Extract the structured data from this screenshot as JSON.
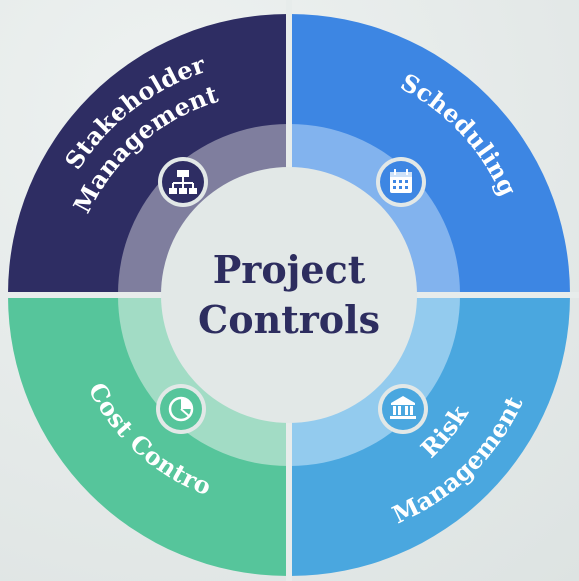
{
  "center": {
    "line1": "Project",
    "line2": "Controls"
  },
  "segments": [
    {
      "id": "stakeholder",
      "label_line1": "Stakeholder",
      "label_line2": "Management",
      "icon": "org-chart-icon",
      "color": "#2e2d63",
      "ring_color": "#7f7e9e"
    },
    {
      "id": "scheduling",
      "label_line1": "Scheduling",
      "label_line2": "",
      "icon": "calendar-icon",
      "color": "#3d86e3",
      "ring_color": "#82b3ee"
    },
    {
      "id": "cost",
      "label_line1": "Cost Control",
      "label_line2": "",
      "icon": "pie-chart-icon",
      "color": "#56c59b",
      "ring_color": "#a2dcc5"
    },
    {
      "id": "risk",
      "label_line1": "Risk",
      "label_line2": "Management",
      "icon": "bank-icon",
      "color": "#4aa7df",
      "ring_color": "#93cbee"
    }
  ],
  "colors": {
    "center_fill": "#e2e8e7",
    "center_text": "#2d2d5f",
    "divider": "#e7eceb"
  }
}
